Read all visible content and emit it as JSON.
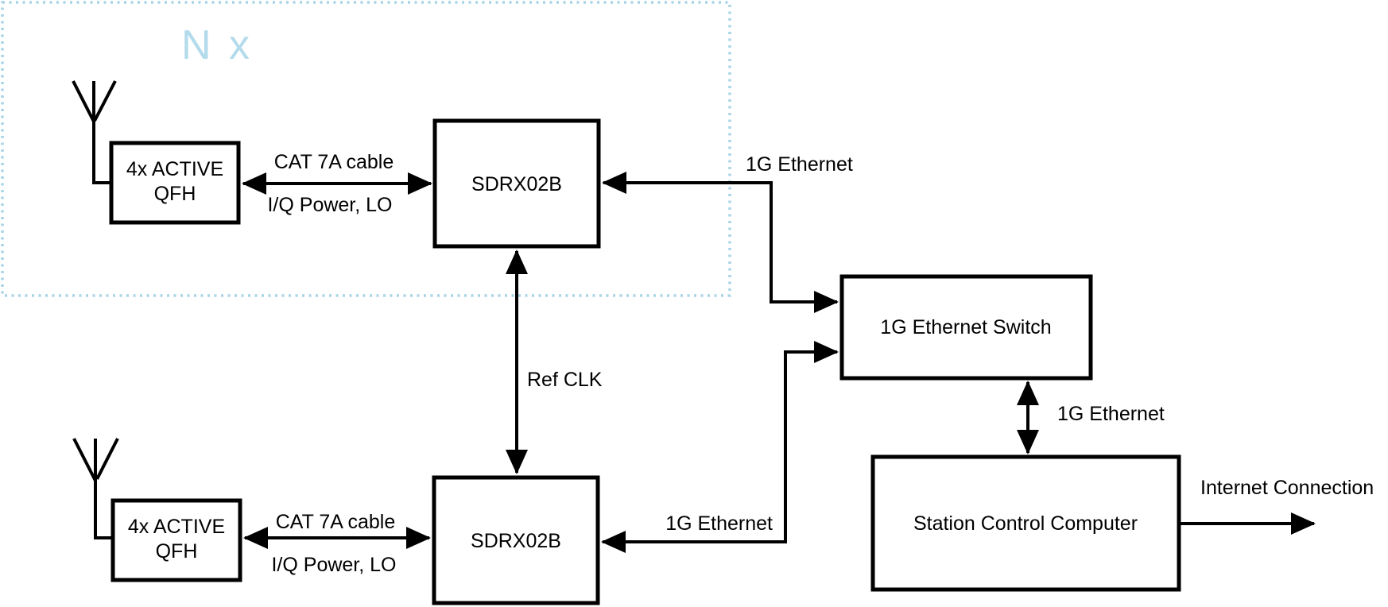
{
  "diagram": {
    "colors": {
      "stroke": "#000000",
      "background": "#ffffff",
      "group_box_border": "#a8d4e6",
      "group_label_text": "#b3dbeb"
    },
    "group": {
      "label": "N x"
    },
    "nodes": {
      "qfh_top": {
        "line1": "4x ACTIVE",
        "line2": "QFH"
      },
      "sdrx_top": {
        "label": "SDRX02B"
      },
      "qfh_bottom": {
        "line1": "4x ACTIVE",
        "line2": "QFH"
      },
      "sdrx_bottom": {
        "label": "SDRX02B"
      },
      "ethernet_switch": {
        "label": "1G Ethernet Switch"
      },
      "station_computer": {
        "label": "Station Control Computer"
      }
    },
    "edges": {
      "cat7a_top": {
        "above": "CAT 7A cable",
        "below": "I/Q Power, LO"
      },
      "cat7a_bottom": {
        "above": "CAT 7A cable",
        "below": "I/Q Power, LO"
      },
      "ref_clk": {
        "label": "Ref CLK"
      },
      "eth_top": {
        "label": "1G Ethernet"
      },
      "eth_bottom": {
        "label": "1G Ethernet"
      },
      "eth_switch_pc": {
        "label": "1G Ethernet"
      },
      "internet": {
        "label": "Internet Connection"
      }
    }
  }
}
